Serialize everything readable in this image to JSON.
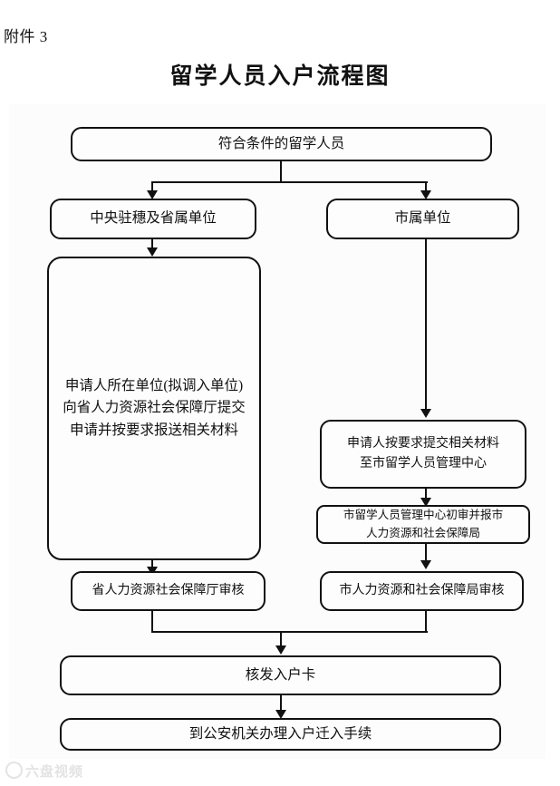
{
  "document": {
    "attachment_label": "附件 3",
    "title": "留学人员入户流程图",
    "watermark": "六盘视频"
  },
  "chart_data": {
    "type": "diagram",
    "title": "留学人员入户流程图",
    "nodes": [
      {
        "id": "n1",
        "label": "符合条件的留学人员",
        "lines": [
          "符合条件的留学人员"
        ]
      },
      {
        "id": "n2",
        "label": "中央驻穗及省属单位",
        "lines": [
          "中央驻穗及省属单位"
        ]
      },
      {
        "id": "n3",
        "label": "市属单位",
        "lines": [
          "市属单位"
        ]
      },
      {
        "id": "n4",
        "label": "申请人所在单位(拟调入单位)向省人力资源社会保障厅提交申请并按要求报送相关材料",
        "lines": [
          "申请人所在单位(拟调入单位)",
          "向省人力资源社会保障厅提交",
          "申请并按要求报送相关材料"
        ]
      },
      {
        "id": "n5",
        "label": "申请人按要求提交相关材料至市留学人员管理中心",
        "lines": [
          "申请人按要求提交相关材料",
          "至市留学人员管理中心"
        ]
      },
      {
        "id": "n6",
        "label": "市留学人员管理中心初审并报市人力资源和社会保障局",
        "lines": [
          "市留学人员管理中心初审并报市",
          "人力资源和社会保障局"
        ]
      },
      {
        "id": "n7",
        "label": "省人力资源社会保障厅审核",
        "lines": [
          "省人力资源社会保障厅审核"
        ]
      },
      {
        "id": "n8",
        "label": "市人力资源和社会保障局审核",
        "lines": [
          "市人力资源和社会保障局审核"
        ]
      },
      {
        "id": "n9",
        "label": "核发入户卡",
        "lines": [
          "核发入户卡"
        ]
      },
      {
        "id": "n10",
        "label": "到公安机关办理入户迁入手续",
        "lines": [
          "到公安机关办理入户迁入手续"
        ]
      }
    ],
    "edges": [
      {
        "from": "n1",
        "to": "n2"
      },
      {
        "from": "n1",
        "to": "n3"
      },
      {
        "from": "n2",
        "to": "n4"
      },
      {
        "from": "n3",
        "to": "n5"
      },
      {
        "from": "n5",
        "to": "n6"
      },
      {
        "from": "n6",
        "to": "n8"
      },
      {
        "from": "n4",
        "to": "n7"
      },
      {
        "from": "n7",
        "to": "n9"
      },
      {
        "from": "n8",
        "to": "n9"
      },
      {
        "from": "n9",
        "to": "n10"
      }
    ],
    "edge_style": "orthogonal-arrow",
    "colors": {
      "stroke": "#111111",
      "fill": "#fdfdfd",
      "background": "#ffffff"
    }
  }
}
